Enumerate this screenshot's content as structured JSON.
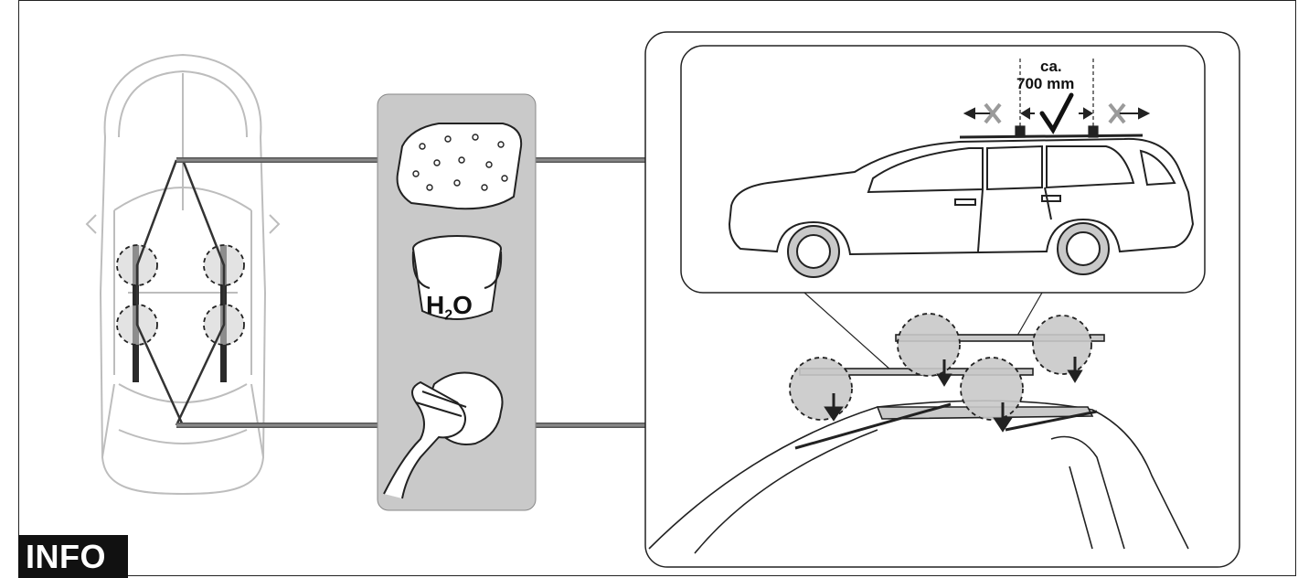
{
  "info_badge": "INFO",
  "distance": {
    "approx": "ca.",
    "value": "700 mm"
  },
  "water": {
    "symbol": "H",
    "subscript": "2",
    "suffix": "O"
  },
  "icons": [
    "car-top-view-icon",
    "sponge-icon",
    "water-bucket-icon",
    "cloth-wipe-icon",
    "station-wagon-side-icon",
    "check-mark-icon",
    "cross-mark-icon",
    "arrow-icon",
    "roof-rack-icon"
  ],
  "colors": {
    "panel_gray": "#c9c9c9",
    "line_dark": "#2a2a2a",
    "circle_fill": "#bcbcbc",
    "car_outline": "#bdbdbd"
  }
}
